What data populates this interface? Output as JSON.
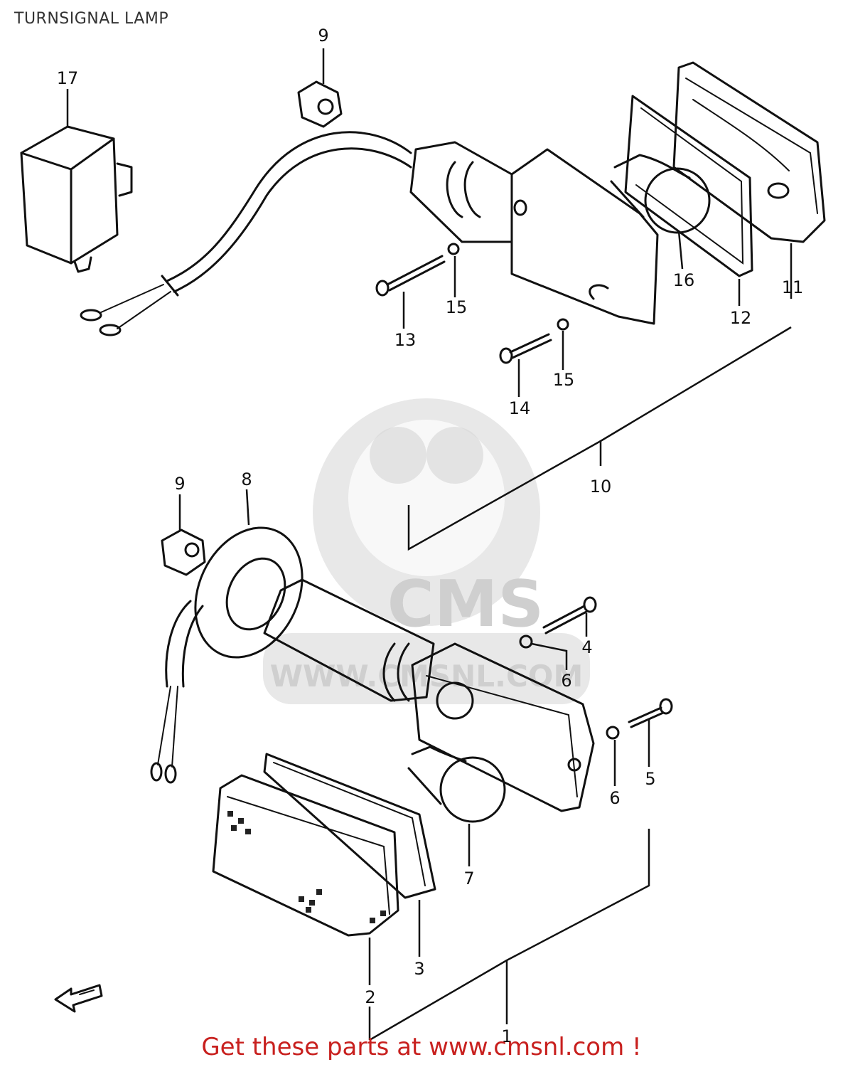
{
  "title": "TURNSIGNAL LAMP",
  "promo": "Get these parts at www.cmsnl.com !",
  "watermark": {
    "logo": "CMS",
    "url": "WWW.CMSNL.COM"
  },
  "callouts": [
    "1",
    "2",
    "3",
    "4",
    "5",
    "6",
    "7",
    "8",
    "9",
    "10",
    "11",
    "12",
    "13",
    "14",
    "15",
    "16",
    "17"
  ],
  "colors": {
    "ink": "#111111",
    "promo": "#c8201e",
    "watermark": "#d6d6d6"
  }
}
